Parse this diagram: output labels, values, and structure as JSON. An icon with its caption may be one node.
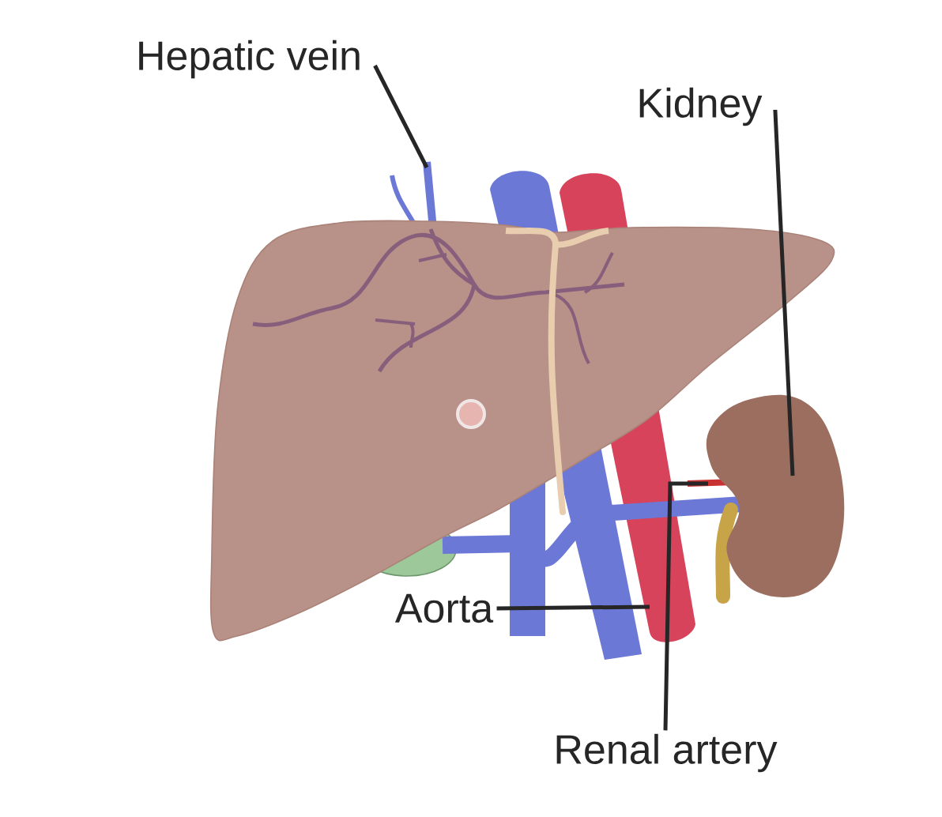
{
  "diagram": {
    "nodes": [
      {
        "text": [
          "Hepatic vein"
        ]
      },
      {
        "text": [
          "Kidney"
        ]
      },
      {
        "text": [
          "Aorta"
        ]
      },
      {
        "text": [
          "Renal artery"
        ]
      }
    ],
    "edges": [
      {
        "from": 0,
        "to": null,
        "arrow": "none"
      },
      {
        "from": 1,
        "to": null,
        "arrow": "none"
      },
      {
        "from": 2,
        "to": null,
        "arrow": "none"
      },
      {
        "from": 3,
        "to": null,
        "arrow": "none"
      }
    ]
  }
}
